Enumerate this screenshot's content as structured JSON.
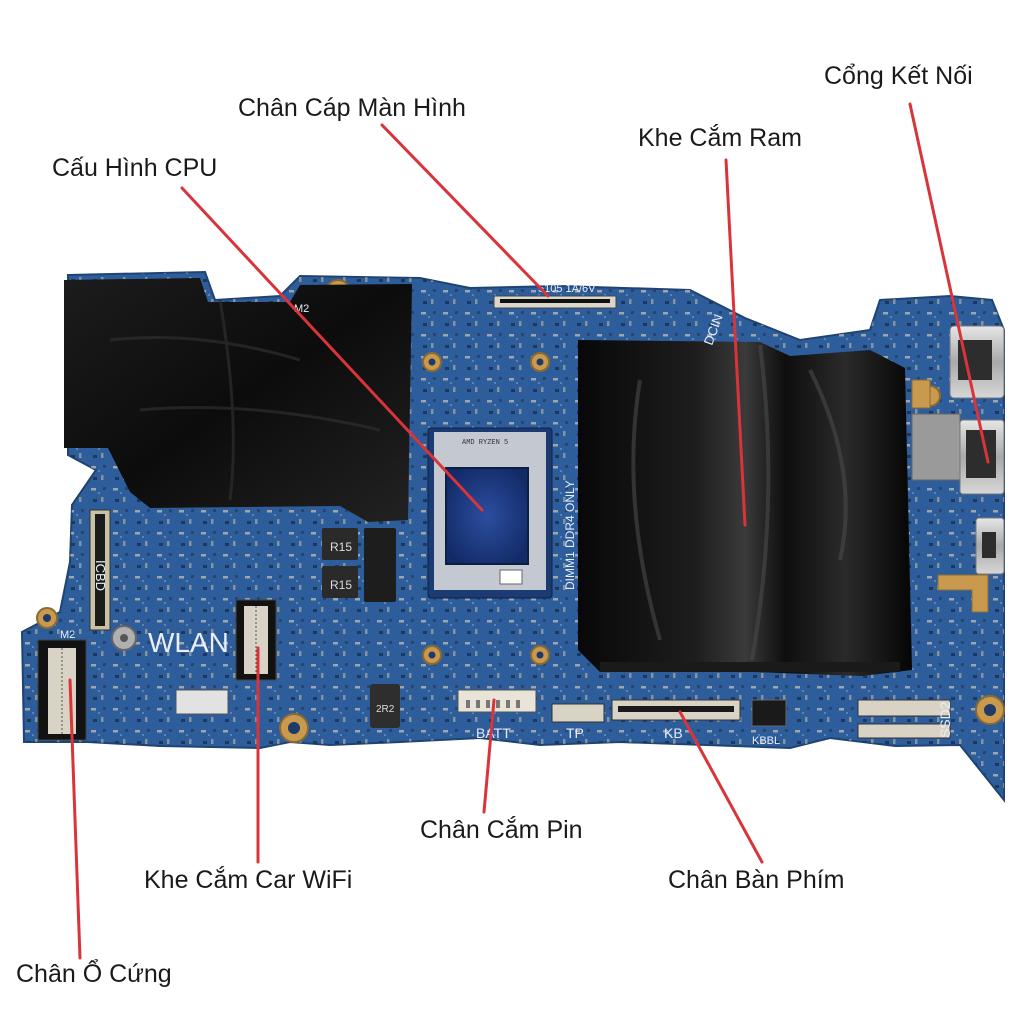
{
  "labels": {
    "display_cable": "Chân Cáp Màn Hình",
    "connection_port": "Cổng Kết Nối",
    "ram_slot": "Khe Cắm Ram",
    "cpu": "Cấu Hình CPU",
    "battery": "Chân Cắm Pin",
    "wifi_slot": "Khe Cắm Car WiFi",
    "keyboard": "Chân Bàn Phím",
    "drive": "Chân Ổ Cứng"
  },
  "board_text": {
    "wlan": "WLAN",
    "batt": "BATT",
    "tp": "TP",
    "kb": "KB",
    "kbbl": "KBBL",
    "ssd2": "SSD2",
    "dimm": "DIMM1 DDR4 ONLY",
    "dcin": "DCIN",
    "lcd": "5105 1A/6V",
    "icbd": "ICBD",
    "m2a": "M2",
    "m2b": "M2",
    "r15a": "R15",
    "r15b": "R15",
    "cpu_mark": "AMD RYZEN 5",
    "ind": "2R2"
  },
  "colors": {
    "pcb": "#2d5d9b",
    "pointer": "#d9343a",
    "tape": "#121212",
    "gold": "#c99a4e"
  }
}
